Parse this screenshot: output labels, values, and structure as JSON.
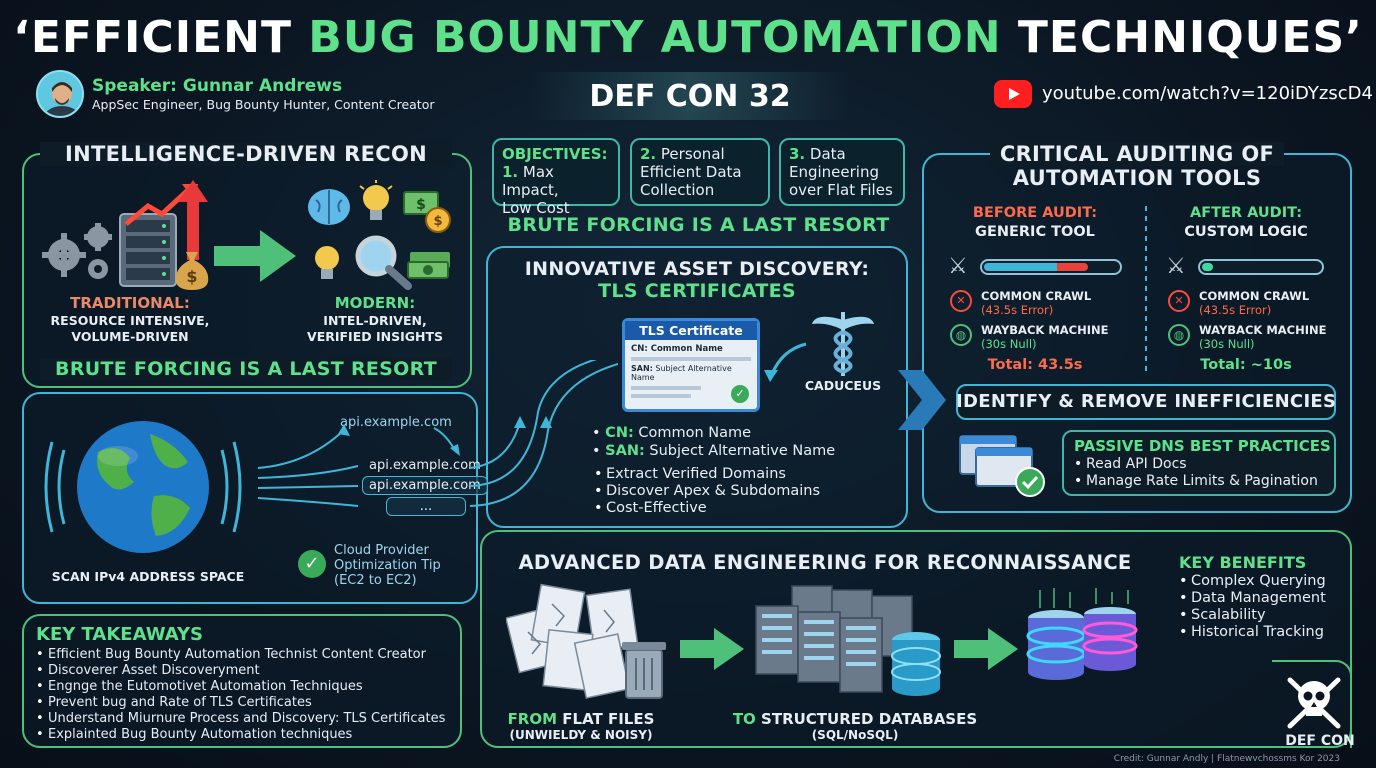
{
  "header": {
    "title_q_open": "‘",
    "title_part1": "EFFICIENT ",
    "title_part2": "BUG BOUNTY AUTOMATION",
    "title_part3": " TECHNIQUES",
    "title_q_close": "’",
    "speaker_label": "Speaker: Gunnar Andrews",
    "speaker_role": "AppSec Engineer, Bug Bounty Hunter, Content Creator",
    "event": "DEF CON 32",
    "youtube_url": "youtube.com/watch?v=120iDYzscD4"
  },
  "recon": {
    "title": "INTELLIGENCE-DRIVEN RECON",
    "traditional_label": "TRADITIONAL:",
    "traditional_desc1": "RESOURCE INTENSIVE,",
    "traditional_desc2": "VOLUME-DRIVEN",
    "modern_label": "MODERN:",
    "modern_desc1": "INTEL-DRIVEN,",
    "modern_desc2": "VERIFIED INSIGHTS",
    "footer": "BRUTE FORCING IS A LAST RESORT"
  },
  "objectives": {
    "item1_label": "OBJECTIVES:",
    "item1_num": "1.",
    "item1_text_a": " Max Impact,",
    "item1_text_b": "Low Cost",
    "item2_num": "2.",
    "item2_text_a": " Personal",
    "item2_text_b": "Efficient Data",
    "item2_text_c": "Collection",
    "item3_num": "3.",
    "item3_text_a": " Data",
    "item3_text_b": "Engineering",
    "item3_text_c": "over Flat Files",
    "footer": "BRUTE FORCING IS A LAST RESORT"
  },
  "discovery": {
    "title1": "INNOVATIVE ASSET DISCOVERY:",
    "title2": "TLS CERTIFICATES",
    "cert_title": "TLS Certificate",
    "cert_cn": "CN: Common Name",
    "cert_san_label": "SAN:",
    "cert_san": " Subject Alternative Name",
    "caduceus": "CADUCEUS",
    "cn_label": "CN:",
    "cn_text": " Common Name",
    "san_label": "SAN:",
    "san_text": " Subject Alternative Name",
    "bullets": [
      "Extract Verified Domains",
      "Discover Apex & Subdomains",
      "Cost-Effective"
    ]
  },
  "scan": {
    "domain_top": "api.example.com",
    "domain1": "api.example.com",
    "domain2": "api.example.com",
    "domain3": "...",
    "label": "SCAN IPv4 ADDRESS SPACE",
    "tip1": "Cloud Provider",
    "tip2": "Optimization Tip",
    "tip3": "(EC2 to EC2)"
  },
  "audit": {
    "title1": "CRITICAL AUDITING OF",
    "title2": "AUTOMATION TOOLS",
    "before_label": "BEFORE AUDIT:",
    "before_sub": "GENERIC TOOL",
    "after_label": "AFTER AUDIT:",
    "after_sub": "CUSTOM LOGIC",
    "before_progress": 0.78,
    "after_progress": 0.12,
    "cc_label": "COMMON CRAWL",
    "cc_before_note": "(43.5s Error)",
    "cc_after_note": "(43.5s Error)",
    "wb_label": "WAYBACK MACHINE",
    "wb_before_note": "(30s Null)",
    "wb_after_note": "(30s Null)",
    "before_total": "Total: 43.5s",
    "after_total": "Total: ~10s",
    "identify": "IDENTIFY & REMOVE INEFFICIENCIES",
    "dns_title": "PASSIVE DNS BEST PRACTICES",
    "dns_bullets": [
      "Read API Docs",
      "Manage Rate Limits & Pagination"
    ]
  },
  "takeaways": {
    "title": "KEY TAKEAWAYS",
    "items": [
      "Efficient Bug Bounty Automation Technist Content Creator",
      "Discoverer Asset Discoveryment",
      "Engnge the Eutomotivet Automation Techniques",
      "Prevent bug and Rate of TLS Certificates",
      "Understand Miurnure Process and Discovery: TLS Certificates",
      "Explainted Bug Bounty Automation techniques"
    ]
  },
  "data_eng": {
    "title": "ADVANCED DATA ENGINEERING FOR RECONNAISSANCE",
    "from_label": "FROM",
    "from_text": " FLAT FILES",
    "from_sub": "(UNWIELDY & NOISY)",
    "to_label": "TO",
    "to_text": " STRUCTURED DATABASES",
    "to_sub": "(SQL/NoSQL)",
    "benefits_title": "KEY BENEFITS",
    "benefits": [
      "Complex Querying",
      "Data Management",
      "Scalability",
      "Historical Tracking"
    ]
  },
  "footer": {
    "logo_text": "DEF CON",
    "credit": "Credit: Gunnar Andly | Flatnewvchossms Kor 2023"
  },
  "colors": {
    "accent_green": "#5fe08a",
    "accent_cyan": "#3fb6d8",
    "alert_red": "#ff6b4a",
    "background": "#0b1622"
  }
}
